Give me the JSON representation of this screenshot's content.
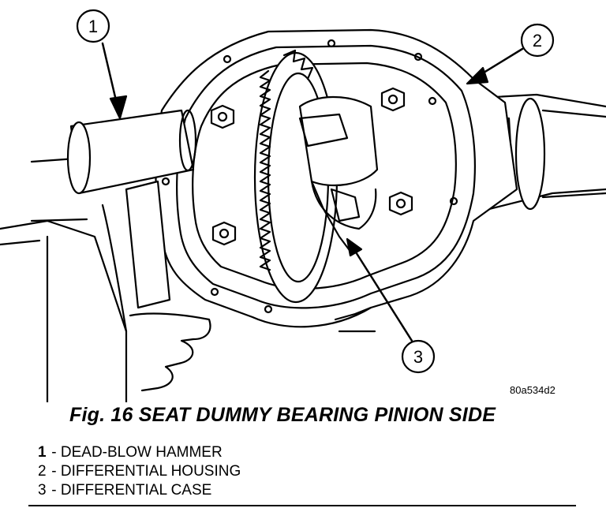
{
  "figure": {
    "image_code": "80a534d2",
    "caption": "Fig. 16 SEAT DUMMY BEARING PINION SIDE",
    "callouts": [
      {
        "number": "1",
        "label": "DEAD-BLOW HAMMER"
      },
      {
        "number": "2",
        "label": "DIFFERENTIAL HOUSING"
      },
      {
        "number": "3",
        "label": "DIFFERENTIAL CASE"
      }
    ]
  },
  "legend": {
    "separator": "-",
    "items": [
      {
        "number": "1",
        "label": "DEAD-BLOW HAMMER"
      },
      {
        "number": "2",
        "label": "DIFFERENTIAL HOUSING"
      },
      {
        "number": "3",
        "label": "DIFFERENTIAL CASE"
      }
    ]
  }
}
